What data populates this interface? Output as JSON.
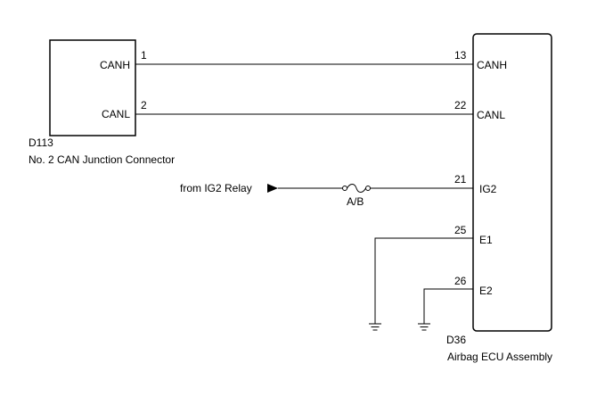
{
  "left_component": {
    "code": "D113",
    "name": "No. 2 CAN Junction Connector",
    "pins": [
      {
        "number": "1",
        "label": "CANH"
      },
      {
        "number": "2",
        "label": "CANL"
      }
    ]
  },
  "right_component": {
    "code": "D36",
    "name": "Airbag ECU Assembly",
    "pins": [
      {
        "number": "13",
        "label": "CANH"
      },
      {
        "number": "22",
        "label": "CANL"
      },
      {
        "number": "21",
        "label": "IG2"
      },
      {
        "number": "25",
        "label": "E1"
      },
      {
        "number": "26",
        "label": "E2"
      }
    ]
  },
  "power_source": {
    "label": "from IG2 Relay"
  },
  "fuse": {
    "label": "A/B"
  }
}
